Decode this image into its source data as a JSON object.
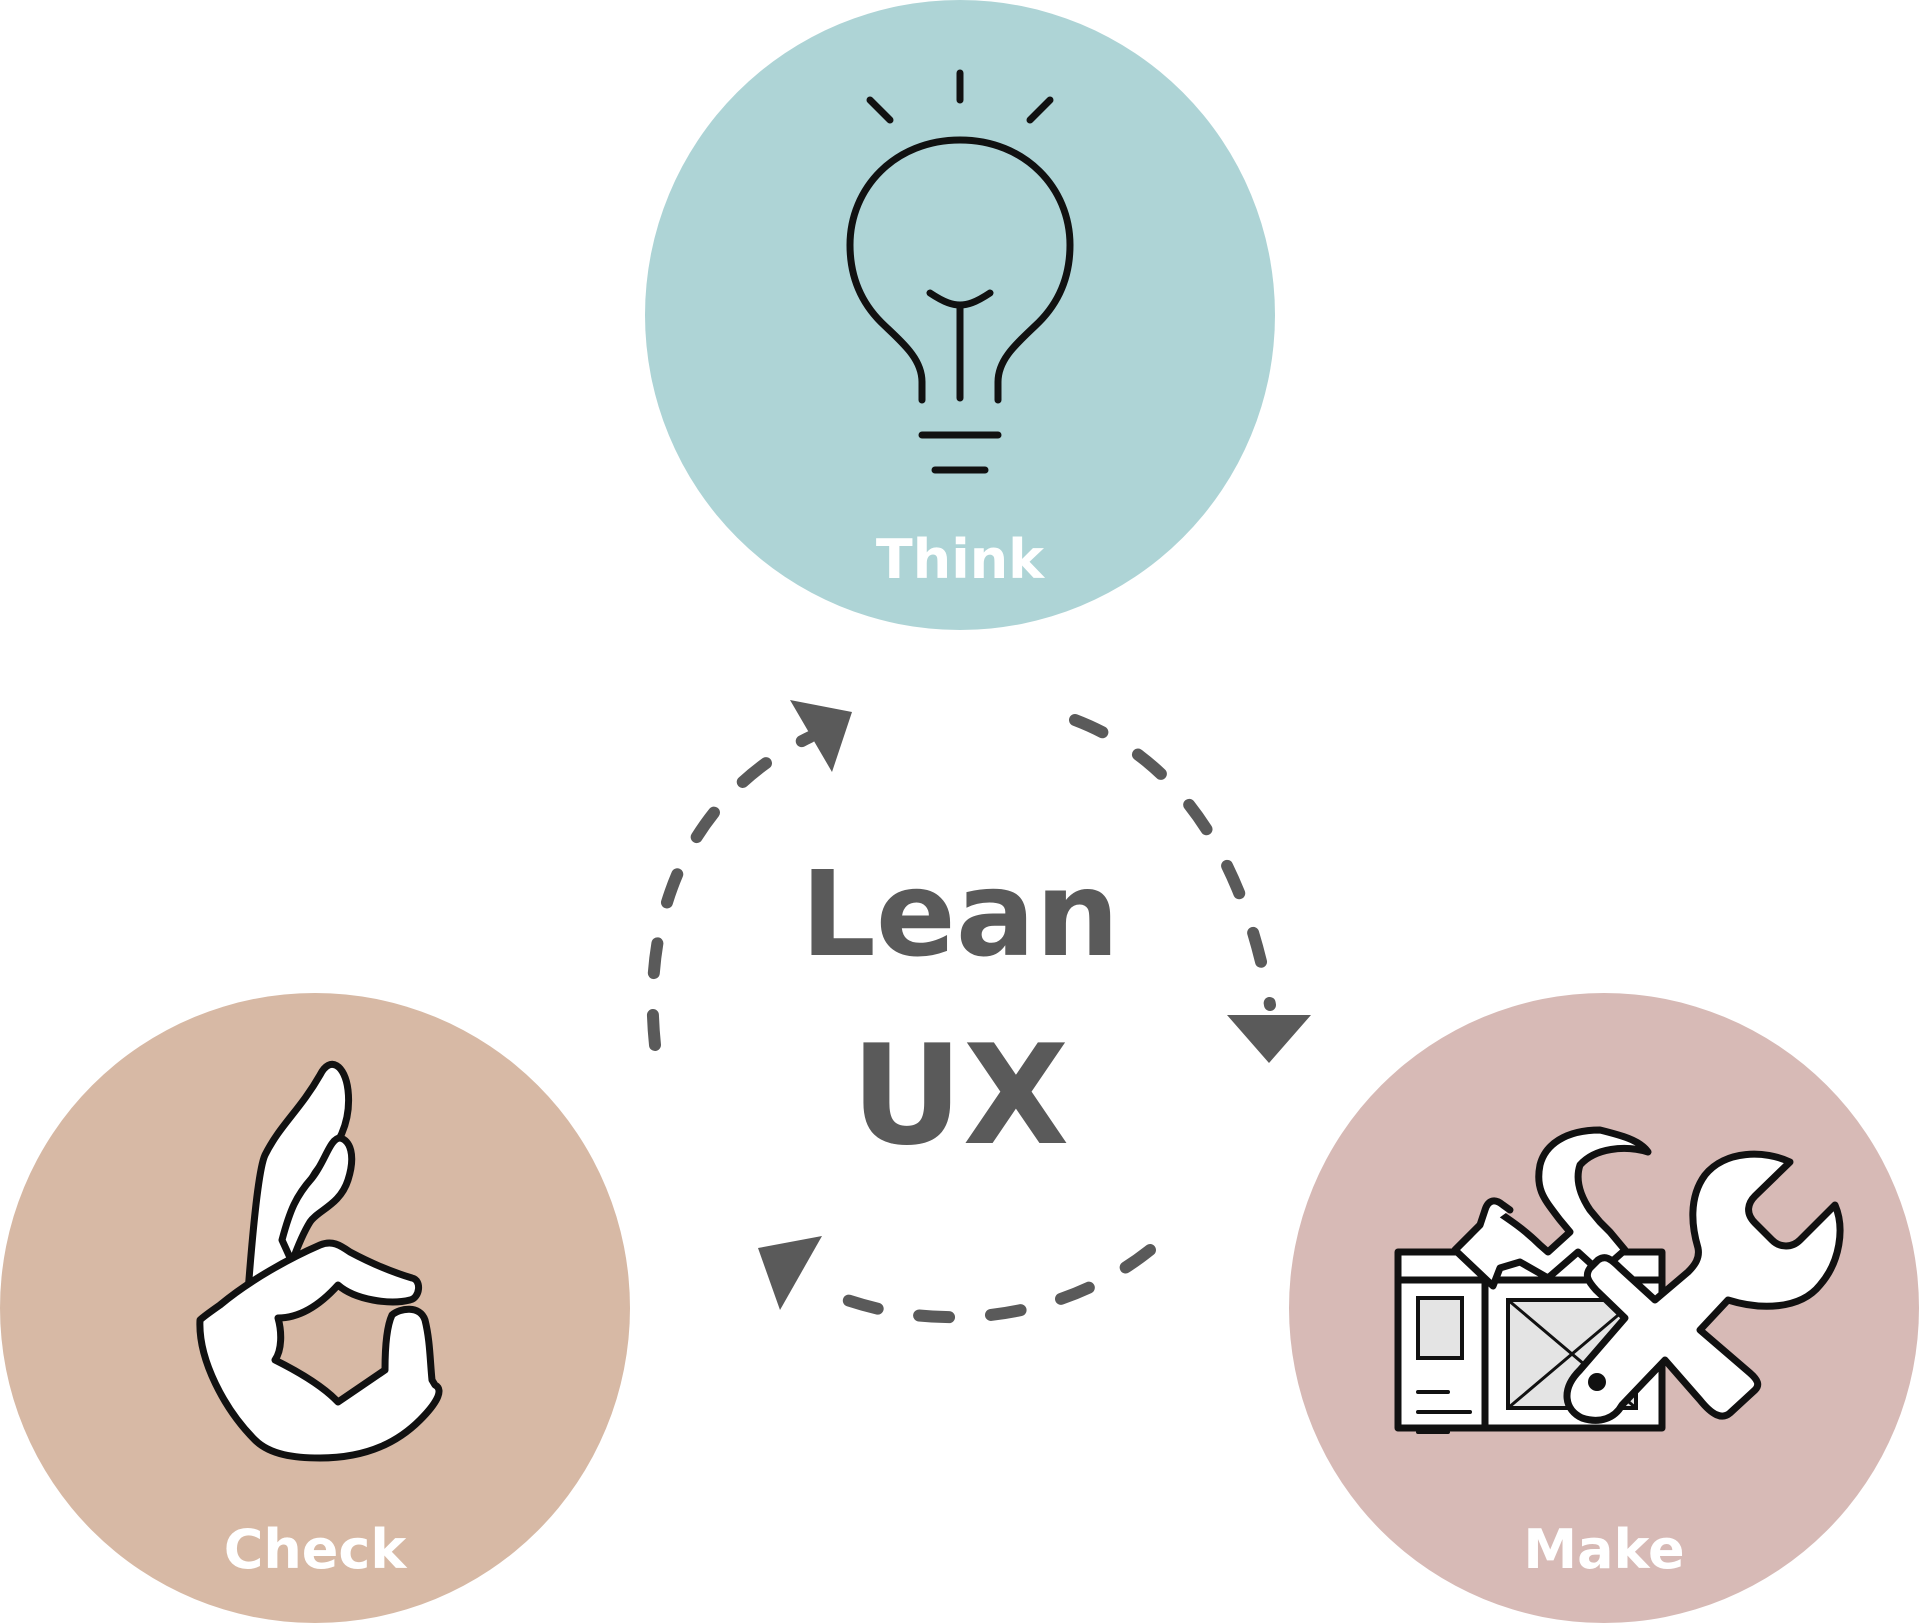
{
  "diagram": {
    "center": {
      "line1": "Lean",
      "line2": "UX"
    },
    "phases": [
      {
        "id": "think",
        "label": "Think",
        "color": "#aed4d6",
        "icon": "lightbulb-icon"
      },
      {
        "id": "make",
        "label": "Make",
        "color": "#d7bab6",
        "icon": "tools-icon"
      },
      {
        "id": "check",
        "label": "Check",
        "color": "#d7b9a5",
        "icon": "ok-hand-icon"
      }
    ],
    "arrow_color": "#5a5a5a"
  }
}
